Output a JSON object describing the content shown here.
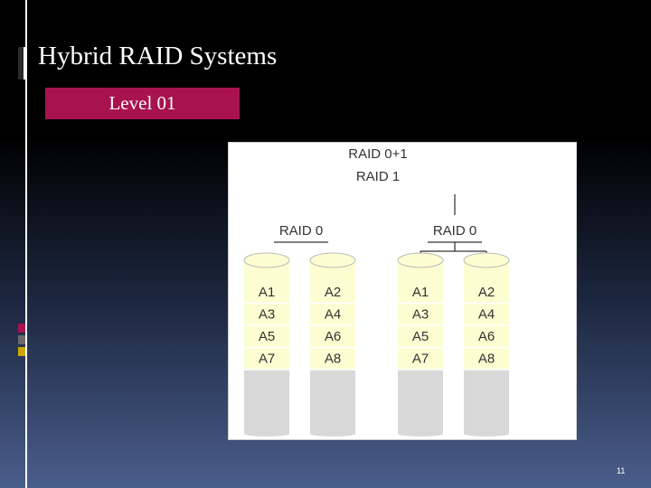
{
  "title": "Hybrid RAID Systems",
  "subtitle": "Level 01",
  "diagram": {
    "top_label_1": "RAID 0+1",
    "top_label_2": "RAID 1",
    "group_labels": [
      "RAID 0",
      "RAID 0"
    ],
    "disks": [
      [
        "A1",
        "A3",
        "A5",
        "A7"
      ],
      [
        "A2",
        "A4",
        "A6",
        "A8"
      ],
      [
        "A1",
        "A3",
        "A5",
        "A7"
      ],
      [
        "A2",
        "A4",
        "A6",
        "A8"
      ]
    ],
    "colors": {
      "block_fill": "#fdfdd2",
      "disk_body": "#d8d8d8",
      "line": "#000000"
    }
  },
  "slide_number": "11",
  "colors": {
    "subtitle_bg": "#a8134f",
    "background_bottom": "#4a5e8c"
  }
}
